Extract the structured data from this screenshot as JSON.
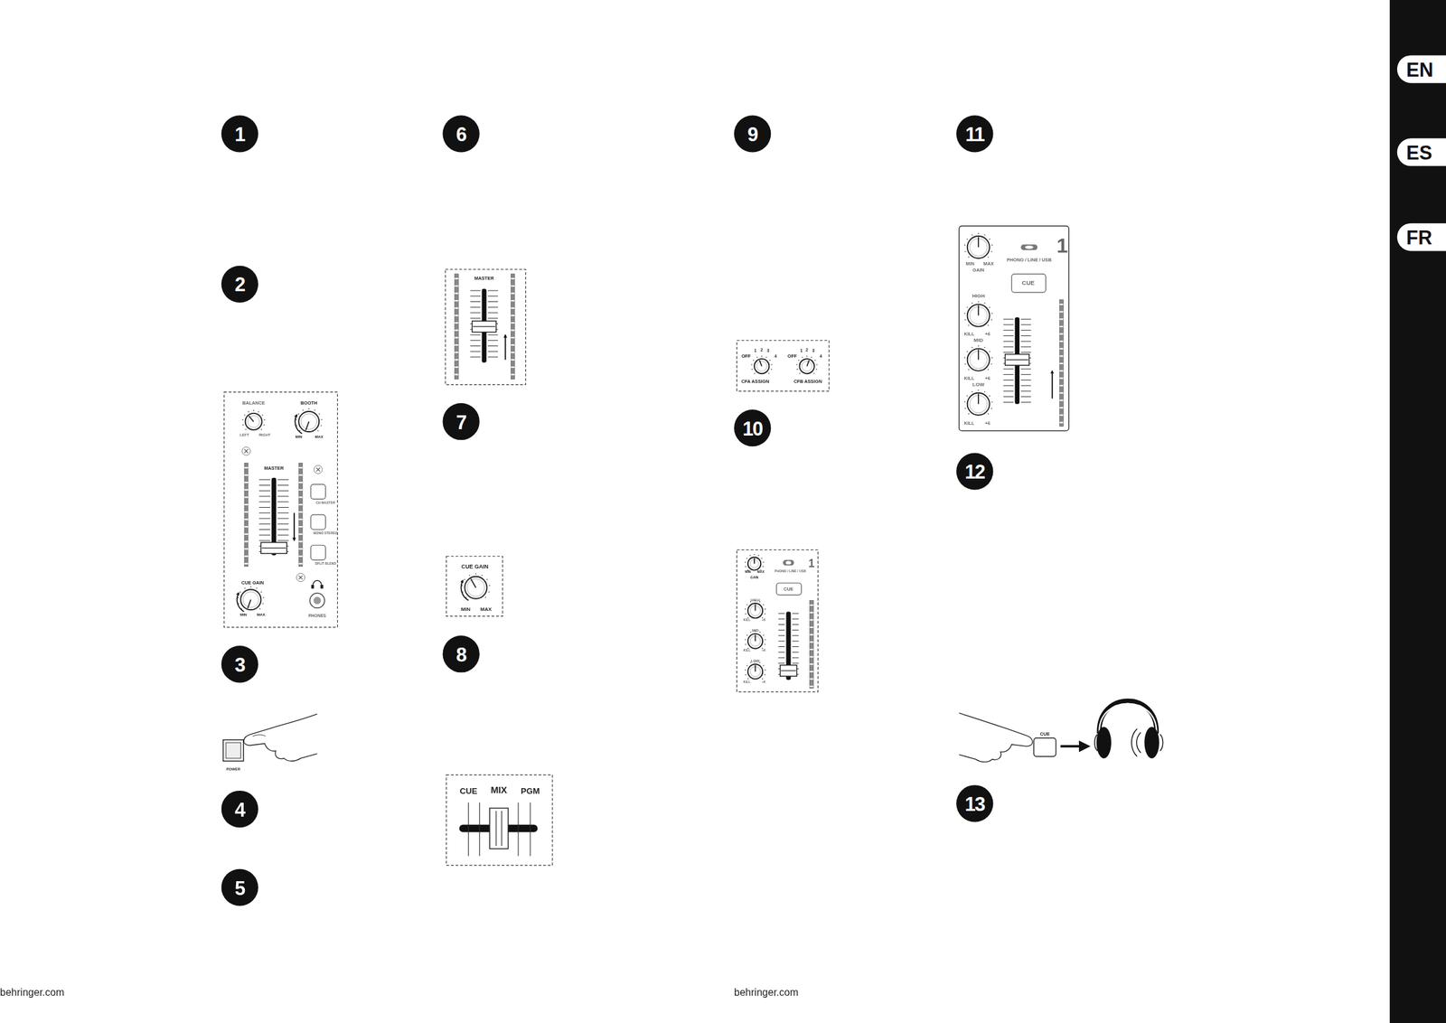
{
  "diagram": {
    "nodes": [
      {
        "text": [
          "1"
        ]
      },
      {
        "text": [
          "2"
        ]
      },
      {
        "text": [
          "3"
        ]
      },
      {
        "text": [
          "4"
        ]
      },
      {
        "text": [
          "5"
        ]
      },
      {
        "text": [
          "6"
        ]
      },
      {
        "text": [
          "7"
        ]
      },
      {
        "text": [
          "8"
        ]
      },
      {
        "text": [
          "9"
        ]
      },
      {
        "text": [
          "10"
        ]
      },
      {
        "text": [
          "11"
        ]
      },
      {
        "text": [
          "12"
        ]
      },
      {
        "text": [
          "13"
        ]
      },
      {
        "text": [
          "EN"
        ]
      },
      {
        "text": [
          "ES"
        ]
      },
      {
        "text": [
          "FR"
        ]
      }
    ],
    "labels": [
      "behringer.com",
      "behringer.com",
      "BALANCE",
      "LEFT",
      "RIGHT",
      "BOOTH",
      "MIN",
      "MAX",
      "MASTER",
      "CH MASTER",
      "MONO STEREO",
      "SPLIT BLEND",
      "CUE GAIN",
      "MIN",
      "MAX",
      "PHONES",
      "POWER",
      "MASTER",
      "CUE GAIN",
      "MIN",
      "MAX",
      "CUE",
      "MIX",
      "PGM",
      "OFF",
      "1",
      "2",
      "3",
      "4",
      "CFA ASSIGN",
      "OFF",
      "1",
      "2",
      "3",
      "4",
      "CFB ASSIGN",
      "MIN",
      "MAX",
      "GAIN",
      "PHONO / LINE / USB",
      "1",
      "CUE",
      "HIGH",
      "KILL",
      "+6",
      "MID",
      "KILL",
      "+6",
      "LOW",
      "KILL",
      "+6",
      "MIN",
      "MAX",
      "GAIN",
      "PHONO / LINE / USB",
      "1",
      "CUE",
      "HIGH",
      "KILL",
      "+6",
      "MID",
      "KILL",
      "+6",
      "LOW",
      "KILL",
      "+6",
      "CUE"
    ]
  }
}
